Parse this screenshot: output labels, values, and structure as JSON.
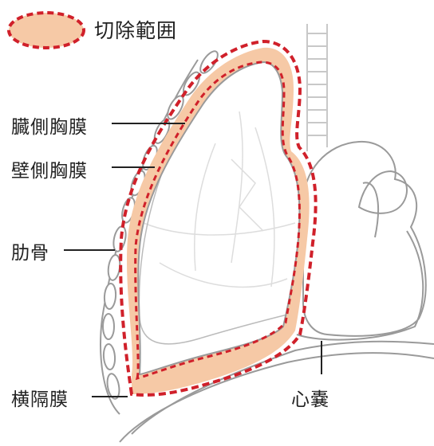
{
  "legend": {
    "label": "切除範囲",
    "fill_color": "#f6c9a6",
    "border_color": "#d0202a"
  },
  "labels": {
    "visceral_pleura": "臓側胸膜",
    "parietal_pleura": "壁側胸膜",
    "rib": "肋骨",
    "diaphragm": "横隔膜",
    "pericardium": "心嚢"
  },
  "colors": {
    "outline": "#9a9a9a",
    "light_outline": "#c8c8c8",
    "resection_fill": "#f6c9a6",
    "dash": "#d0202a",
    "text": "#222222"
  }
}
